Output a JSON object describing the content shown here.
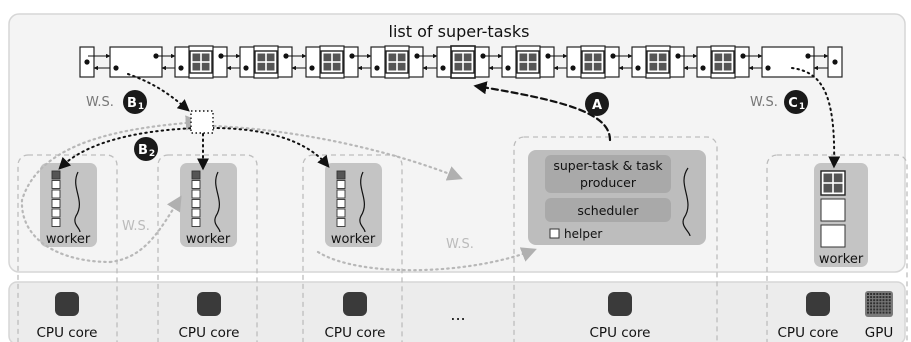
{
  "title": "list of super-tasks",
  "labels": {
    "ws": "W.S.",
    "worker": "worker",
    "cpu_core": "CPU core",
    "gpu": "GPU",
    "ellipsis": "...",
    "producer_line1": "super-task & task",
    "producer_line2": "producer",
    "scheduler": "scheduler",
    "helper": "helper"
  },
  "badges": {
    "a": {
      "letter": "A",
      "sub": ""
    },
    "b1": {
      "letter": "B",
      "sub": "1"
    },
    "b2": {
      "letter": "B",
      "sub": "2"
    },
    "c1": {
      "letter": "C",
      "sub": "1"
    }
  },
  "colors": {
    "panel_bg": "#f4f4f4",
    "panel_border": "#d6d6d6",
    "dashed_border": "#bdbdbd",
    "worker_box": "#c4c4c4",
    "producer_box": "#bdbdbd",
    "inner_box": "#a9a9a9",
    "core_chip": "#3a3a3a",
    "badge": "#1a1a1a",
    "arrow": "#111111",
    "ws_arrow": "#b5b5b5"
  }
}
